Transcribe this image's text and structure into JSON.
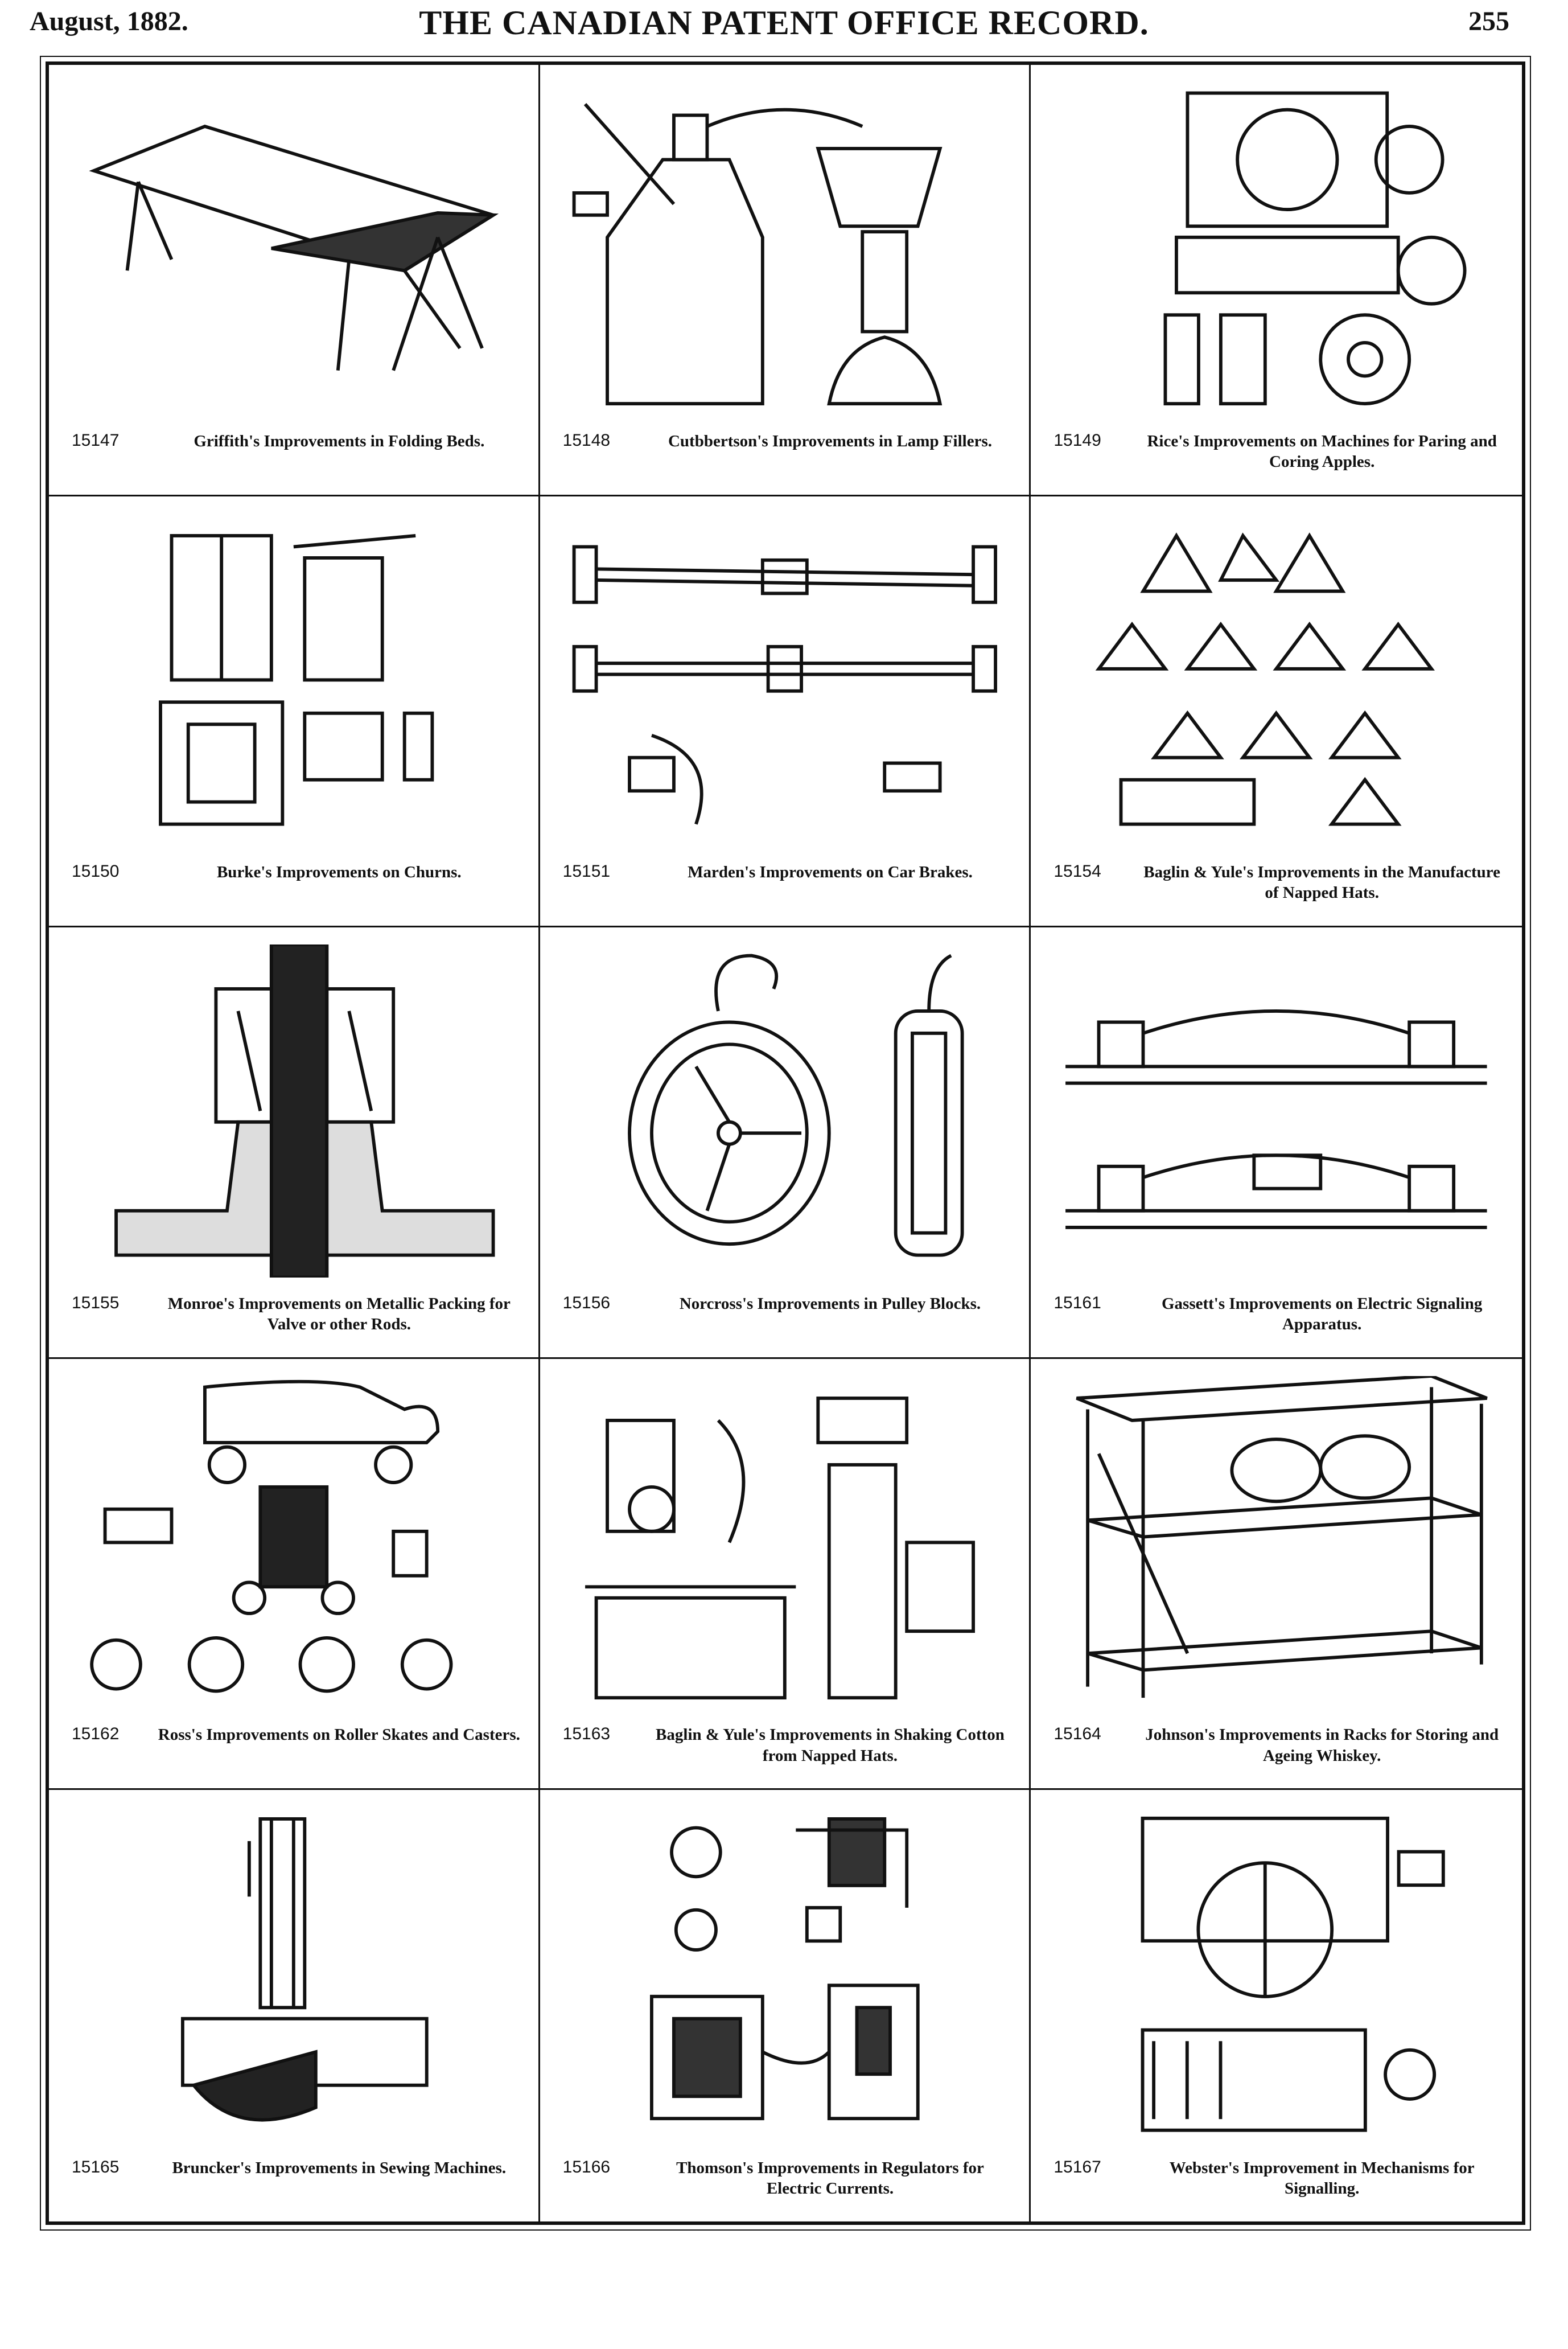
{
  "header": {
    "date": "August, 1882.",
    "title": "THE CANADIAN PATENT OFFICE RECORD.",
    "page": "255"
  },
  "patents": [
    {
      "number": "15147",
      "caption": "Griffith's Improvements in Folding Beds.",
      "illustration": "folding-bed"
    },
    {
      "number": "15148",
      "caption": "Cutbbertson's Improvements in Lamp Fillers.",
      "illustration": "lamp-filler"
    },
    {
      "number": "15149",
      "caption": "Rice's Improvements on Machines for Paring and Coring Apples.",
      "illustration": "paring-machine"
    },
    {
      "number": "15150",
      "caption": "Burke's Improvements on Churns.",
      "illustration": "churn"
    },
    {
      "number": "15151",
      "caption": "Marden's Improvements on Car Brakes.",
      "illustration": "car-brake"
    },
    {
      "number": "15154",
      "caption": "Baglin & Yule's Improvements in the Manufacture of Napped Hats.",
      "illustration": "hat-forms"
    },
    {
      "number": "15155",
      "caption": "Monroe's Improvements on Metallic Packing for Valve or other Rods.",
      "illustration": "valve-packing"
    },
    {
      "number": "15156",
      "caption": "Norcross's Improvements in Pulley Blocks.",
      "illustration": "pulley-block"
    },
    {
      "number": "15161",
      "caption": "Gassett's Improvements on Electric Signaling Apparatus.",
      "illustration": "signal-apparatus"
    },
    {
      "number": "15162",
      "caption": "Ross's Improvements on Roller Skates and Casters.",
      "illustration": "roller-skate"
    },
    {
      "number": "15163",
      "caption": "Baglin & Yule's Improvements in Shaking Cotton from Napped Hats.",
      "illustration": "shaking-machine"
    },
    {
      "number": "15164",
      "caption": "Johnson's Improvements in Racks for Storing and Ageing Whiskey.",
      "illustration": "whiskey-rack"
    },
    {
      "number": "15165",
      "caption": "Bruncker's Improvements in Sewing Machines.",
      "illustration": "sewing-machine"
    },
    {
      "number": "15166",
      "caption": "Thomson's Improvements in Regulators for Electric Currents.",
      "illustration": "current-regulator"
    },
    {
      "number": "15167",
      "caption": "Webster's Improvement in Mechanisms for Signalling.",
      "illustration": "signal-mechanism"
    }
  ]
}
